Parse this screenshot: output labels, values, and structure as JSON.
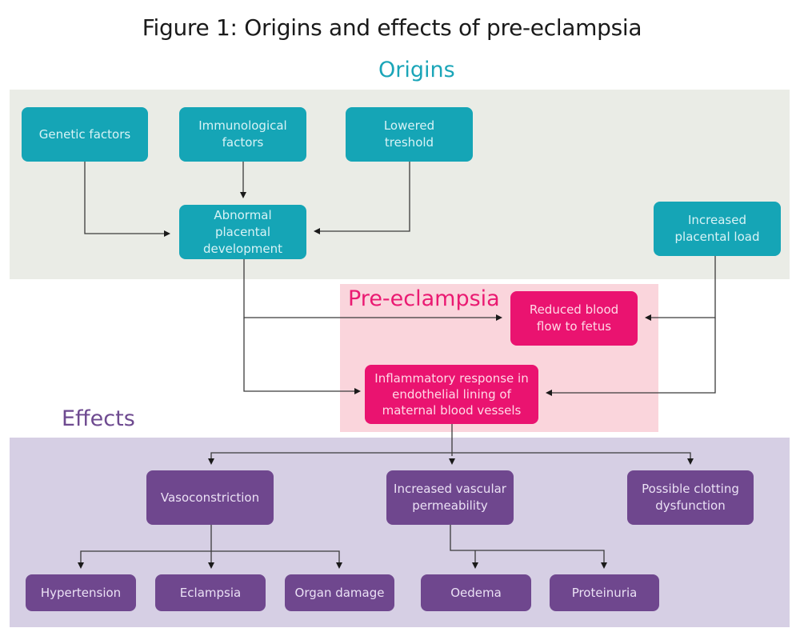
{
  "figure": {
    "title": "Figure 1: Origins and effects of pre-eclampsia"
  },
  "sections": {
    "origins": {
      "label": "Origins",
      "color": "#1aa5b8",
      "background": "#eaece6"
    },
    "pre_eclampsia": {
      "label": "Pre-eclampsia",
      "color": "#ea1a72",
      "background": "#fad5dc"
    },
    "effects": {
      "label": "Effects",
      "color": "#6e4a90",
      "background": "#d6cfe4"
    }
  },
  "nodes": {
    "genetic_factors": {
      "label": "Genetic factors",
      "section": "origins"
    },
    "immunological_factors": {
      "label": "Immunological factors",
      "section": "origins"
    },
    "lowered_threshold": {
      "label": "Lowered treshold",
      "section": "origins"
    },
    "abnormal_placental_development": {
      "label": "Abnormal placental development",
      "section": "origins"
    },
    "increased_placental_load": {
      "label": "Increased placental load",
      "section": "origins"
    },
    "reduced_blood_flow": {
      "label": "Reduced blood flow to fetus",
      "section": "pre_eclampsia"
    },
    "inflammatory_response": {
      "label": "Inflammatory response in endothelial lining of maternal blood vessels",
      "section": "pre_eclampsia"
    },
    "vasoconstriction": {
      "label": "Vasoconstriction",
      "section": "effects"
    },
    "increased_vascular_permeability": {
      "label": "Increased vascular permeability",
      "section": "effects"
    },
    "possible_clotting_dysfunction": {
      "label": "Possible clotting dysfunction",
      "section": "effects"
    },
    "hypertension": {
      "label": "Hypertension",
      "section": "effects"
    },
    "eclampsia": {
      "label": "Eclampsia",
      "section": "effects"
    },
    "organ_damage": {
      "label": "Organ damage",
      "section": "effects"
    },
    "oedema": {
      "label": "Oedema",
      "section": "effects"
    },
    "proteinuria": {
      "label": "Proteinuria",
      "section": "effects"
    }
  },
  "node_lines": {
    "genetic_factors": [
      "Genetic factors"
    ],
    "immunological_factors": [
      "Immunological",
      "factors"
    ],
    "lowered_threshold": [
      "Lowered",
      "treshold"
    ],
    "abnormal_placental_development": [
      "Abnormal placental",
      "development"
    ],
    "increased_placental_load": [
      "Increased",
      "placental load"
    ],
    "reduced_blood_flow": [
      "Reduced blood",
      "flow to fetus"
    ],
    "inflammatory_response": [
      "Inflammatory response in",
      "endothelial lining of",
      "maternal blood vessels"
    ],
    "vasoconstriction": [
      "Vasoconstriction"
    ],
    "increased_vascular_permeability": [
      "Increased vascular",
      "permeability"
    ],
    "possible_clotting_dysfunction": [
      "Possible clotting",
      "dysfunction"
    ],
    "hypertension": [
      "Hypertension"
    ],
    "eclampsia": [
      "Eclampsia"
    ],
    "organ_damage": [
      "Organ damage"
    ],
    "oedema": [
      "Oedema"
    ],
    "proteinuria": [
      "Proteinuria"
    ]
  },
  "edges": [
    {
      "from": "genetic_factors",
      "to": "abnormal_placental_development"
    },
    {
      "from": "immunological_factors",
      "to": "abnormal_placental_development"
    },
    {
      "from": "lowered_threshold",
      "to": "abnormal_placental_development"
    },
    {
      "from": "abnormal_placental_development",
      "to": "reduced_blood_flow"
    },
    {
      "from": "abnormal_placental_development",
      "to": "inflammatory_response"
    },
    {
      "from": "increased_placental_load",
      "to": "reduced_blood_flow"
    },
    {
      "from": "increased_placental_load",
      "to": "inflammatory_response"
    },
    {
      "from": "inflammatory_response",
      "to": "vasoconstriction"
    },
    {
      "from": "inflammatory_response",
      "to": "increased_vascular_permeability"
    },
    {
      "from": "inflammatory_response",
      "to": "possible_clotting_dysfunction"
    },
    {
      "from": "vasoconstriction",
      "to": "hypertension"
    },
    {
      "from": "vasoconstriction",
      "to": "eclampsia"
    },
    {
      "from": "vasoconstriction",
      "to": "organ_damage"
    },
    {
      "from": "increased_vascular_permeability",
      "to": "oedema"
    },
    {
      "from": "increased_vascular_permeability",
      "to": "proteinuria"
    }
  ],
  "colors": {
    "origins_node": "#15a5b6",
    "pre_eclampsia_node": "#ea1370",
    "effects_node": "#6f478e",
    "connector": "#3b3b3b"
  }
}
